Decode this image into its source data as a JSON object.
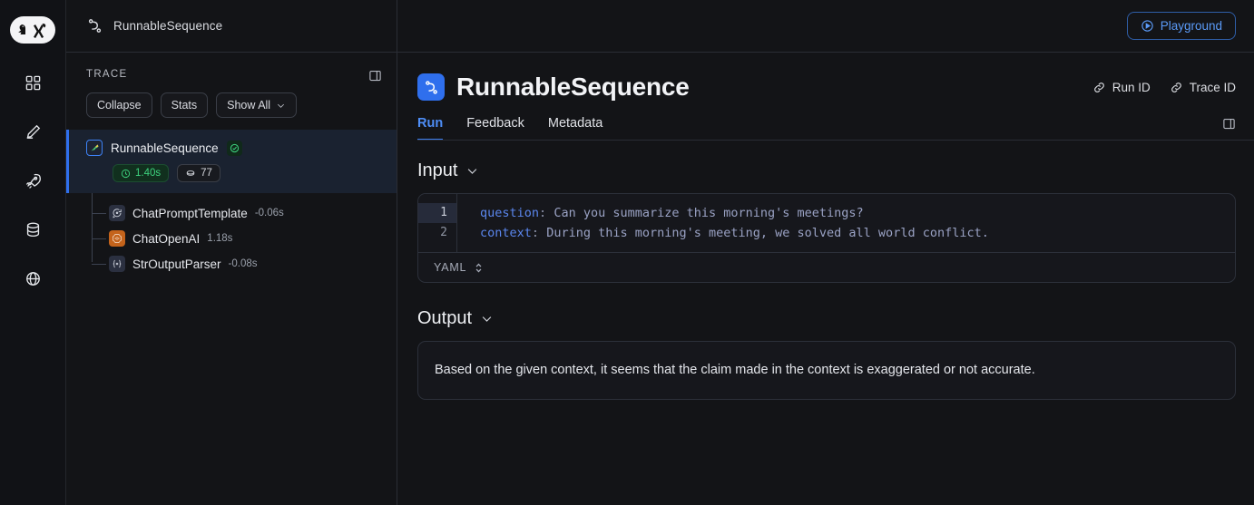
{
  "colors": {
    "accent": "#2f6fed",
    "accent_text": "#5b9bf8",
    "success": "#3ed47f",
    "bg": "#131417",
    "selected_row": "#1a2230",
    "openai_orange": "#c4631b"
  },
  "rail": {
    "logo_name": "langsmith-logo",
    "items": [
      {
        "name": "grid-icon",
        "label": "Dashboards"
      },
      {
        "name": "pencil-icon",
        "label": "Annotate"
      },
      {
        "name": "rocket-icon",
        "label": "Deployments"
      },
      {
        "name": "database-icon",
        "label": "Datasets"
      },
      {
        "name": "globe-icon",
        "label": "Public"
      }
    ]
  },
  "breadcrumb": {
    "icon": "sequence-icon",
    "text": "RunnableSequence"
  },
  "topbar": {
    "playground_label": "Playground",
    "playground_icon": "play-circle-icon"
  },
  "trace": {
    "label": "TRACE",
    "panel_toggle_icon": "panel-toggle-icon",
    "buttons": [
      {
        "label": "Collapse",
        "has_chevron": false
      },
      {
        "label": "Stats",
        "has_chevron": false
      },
      {
        "label": "Show All",
        "has_chevron": true
      }
    ],
    "root": {
      "name": "RunnableSequence",
      "icon": "sequence-run-icon",
      "status_icon": "check-circle-icon",
      "duration": "1.40s",
      "duration_icon": "clock-icon",
      "tokens": "77",
      "tokens_icon": "coin-icon"
    },
    "children": [
      {
        "name": "ChatPromptTemplate",
        "duration": "-0.06s",
        "icon": "prompt-template-icon"
      },
      {
        "name": "ChatOpenAI",
        "duration": "1.18s",
        "icon": "openai-icon"
      },
      {
        "name": "StrOutputParser",
        "duration": "-0.08s",
        "icon": "braces-x-icon"
      }
    ]
  },
  "run": {
    "title": "RunnableSequence",
    "title_icon": "sequence-icon",
    "id_links": [
      {
        "label": "Run ID",
        "icon": "link-icon"
      },
      {
        "label": "Trace ID",
        "icon": "link-icon"
      }
    ],
    "tabs": [
      {
        "label": "Run",
        "active": true
      },
      {
        "label": "Feedback",
        "active": false
      },
      {
        "label": "Metadata",
        "active": false
      }
    ],
    "right_panel_toggle_icon": "panel-toggle-icon"
  },
  "input": {
    "title": "Input",
    "collapse_icon": "chevron-down-icon",
    "lines": [
      {
        "num": "1",
        "key": "question",
        "value": "Can you summarize this morning's meetings?",
        "active": true
      },
      {
        "num": "2",
        "key": "context",
        "value": "During this morning's meeting, we solved all world conflict.",
        "active": false
      }
    ],
    "language": "YAML",
    "language_icon": "chevron-up-down-icon"
  },
  "output": {
    "title": "Output",
    "collapse_icon": "chevron-down-icon",
    "text": "Based on the given context, it seems that the claim made in the context is exaggerated or not accurate."
  }
}
